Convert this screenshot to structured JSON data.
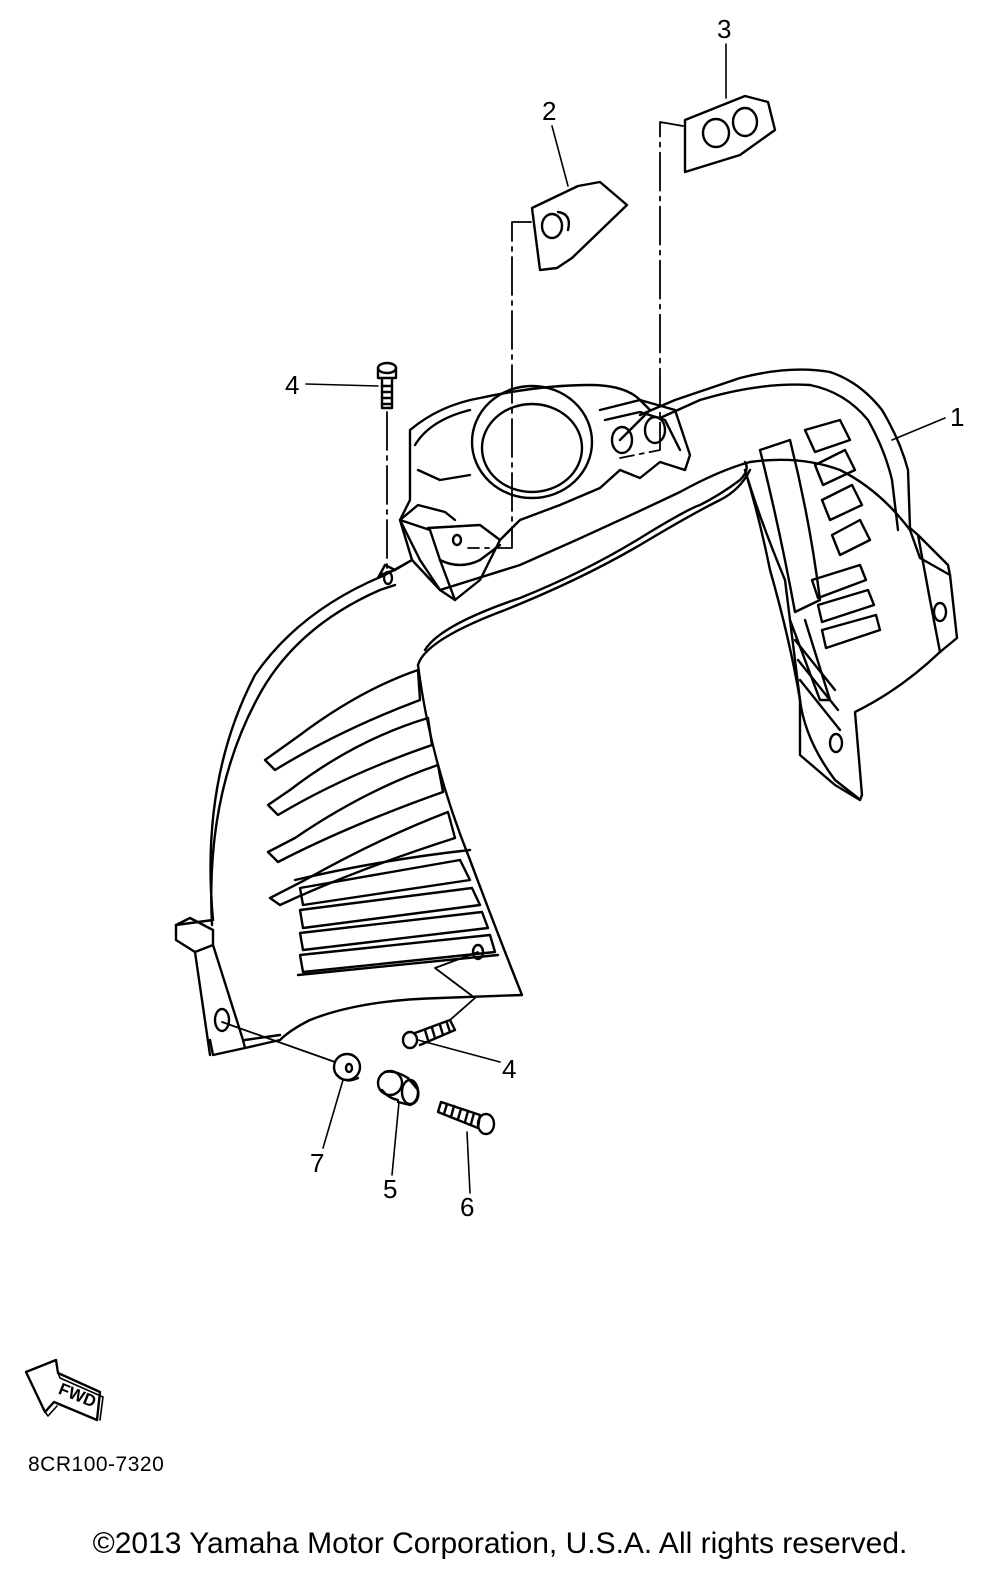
{
  "callouts": {
    "c1": "1",
    "c2": "2",
    "c3": "3",
    "c4a": "4",
    "c4b": "4",
    "c5": "5",
    "c6": "6",
    "c7": "7"
  },
  "fwd_label": "FWD",
  "diagram_code": "8CR100-7320",
  "copyright": "©2013 Yamaha Motor Corporation, U.S.A. All rights reserved."
}
